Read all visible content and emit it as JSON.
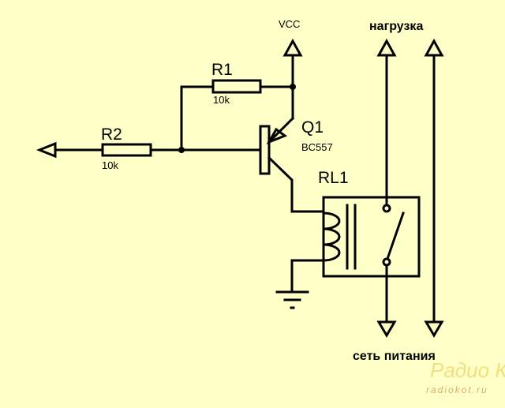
{
  "components": {
    "r1": {
      "ref": "R1",
      "value": "10k"
    },
    "r2": {
      "ref": "R2",
      "value": "10k"
    },
    "q1": {
      "ref": "Q1",
      "part": "BC557"
    },
    "rl1": {
      "ref": "RL1"
    }
  },
  "nets": {
    "vcc": "VCC",
    "load": "нагрузка",
    "mains": "сеть питания"
  },
  "watermark": {
    "logo": "Радио КОТ",
    "site": "radiokot.ru"
  },
  "colors": {
    "background": "#ffffc8",
    "ink": "#000000"
  }
}
